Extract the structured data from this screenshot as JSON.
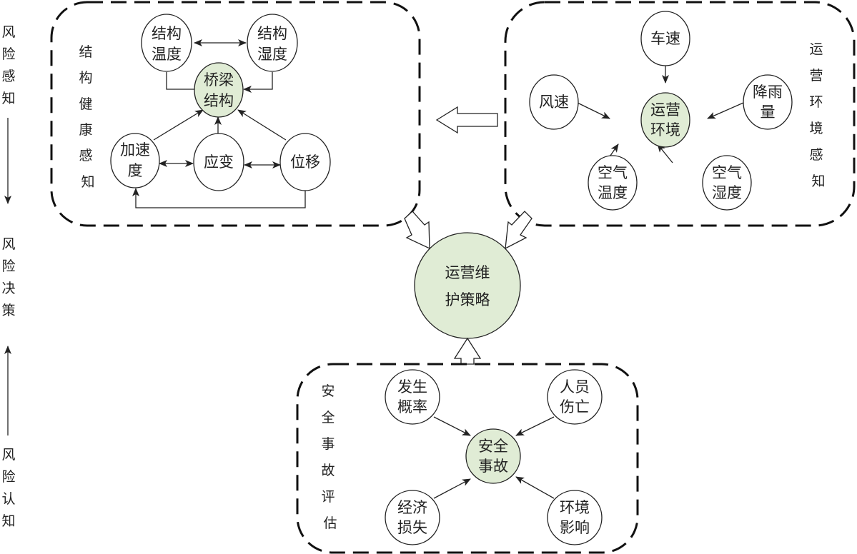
{
  "left_axis": {
    "top_label": "风险感知",
    "middle_label": "风险决策",
    "bottom_label": "风险认知"
  },
  "colors": {
    "hub_fill": "#e0ecd5",
    "node_fill": "#ffffff",
    "line": "#222222"
  },
  "structure_health": {
    "title": "结构健康感知",
    "hub": [
      "桥梁",
      "结构"
    ],
    "nodes": {
      "temp": [
        "结构",
        "温度"
      ],
      "humidity": [
        "结构",
        "湿度"
      ],
      "accel": [
        "加速",
        "度"
      ],
      "strain": [
        "应变"
      ],
      "displacement": [
        "位移"
      ]
    }
  },
  "operating_env": {
    "title": "运营环境感知",
    "hub": [
      "运营",
      "环境"
    ],
    "nodes": {
      "vehicle_speed": [
        "车速"
      ],
      "wind_speed": [
        "风速"
      ],
      "rainfall": [
        "降雨",
        "量"
      ],
      "air_temp": [
        "空气",
        "温度"
      ],
      "air_humidity": [
        "空气",
        "湿度"
      ]
    }
  },
  "strategy": {
    "label": [
      "运营维",
      "护策略"
    ]
  },
  "safety_accident": {
    "title": "安全事故评估",
    "hub": [
      "安全",
      "事故"
    ],
    "nodes": {
      "probability": [
        "发生",
        "概率"
      ],
      "casualties": [
        "人员",
        "伤亡"
      ],
      "economic_loss": [
        "经济",
        "损失"
      ],
      "env_impact": [
        "环境",
        "影响"
      ]
    }
  }
}
